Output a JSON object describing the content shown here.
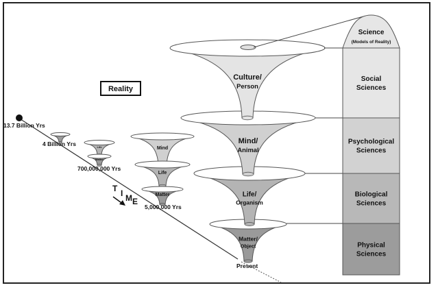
{
  "title_box": "Reality",
  "timeline": {
    "label_letters": [
      "T",
      "I",
      "M",
      "E"
    ],
    "markers": [
      {
        "label": "13.7 Billion Yrs"
      },
      {
        "label": "4 Billion Yrs"
      },
      {
        "label": "700,000,000 Yrs"
      },
      {
        "label": "5,000,000 Yrs"
      },
      {
        "label": "Present"
      }
    ]
  },
  "small_funnels": {
    "stage_700m": [
      "Life",
      "Matter"
    ],
    "stage_5m": [
      "Mind",
      "Life",
      "Matter"
    ]
  },
  "main_funnels": [
    {
      "line1": "Culture/",
      "line2": "Person",
      "fill": "#e4e4e4"
    },
    {
      "line1": "Mind/",
      "line2": "Animal",
      "fill": "#d0d0d0"
    },
    {
      "line1": "Life/",
      "line2": "Organism",
      "fill": "#b4b4b4"
    },
    {
      "line1": "Matter/",
      "line2": "Object",
      "fill": "#9a9a9a"
    }
  ],
  "science_column": {
    "dome": {
      "line1": "Science",
      "line2": "(Models of Reality)",
      "fill": "#e6e6e6"
    },
    "bands": [
      {
        "line1": "Social",
        "line2": "Sciences",
        "fill": "#e6e6e6"
      },
      {
        "line1": "Psychological",
        "line2": "Sciences",
        "fill": "#d2d2d2"
      },
      {
        "line1": "Biological",
        "line2": "Sciences",
        "fill": "#b8b8b8"
      },
      {
        "line1": "Physical",
        "line2": "Sciences",
        "fill": "#9c9c9c"
      }
    ]
  }
}
